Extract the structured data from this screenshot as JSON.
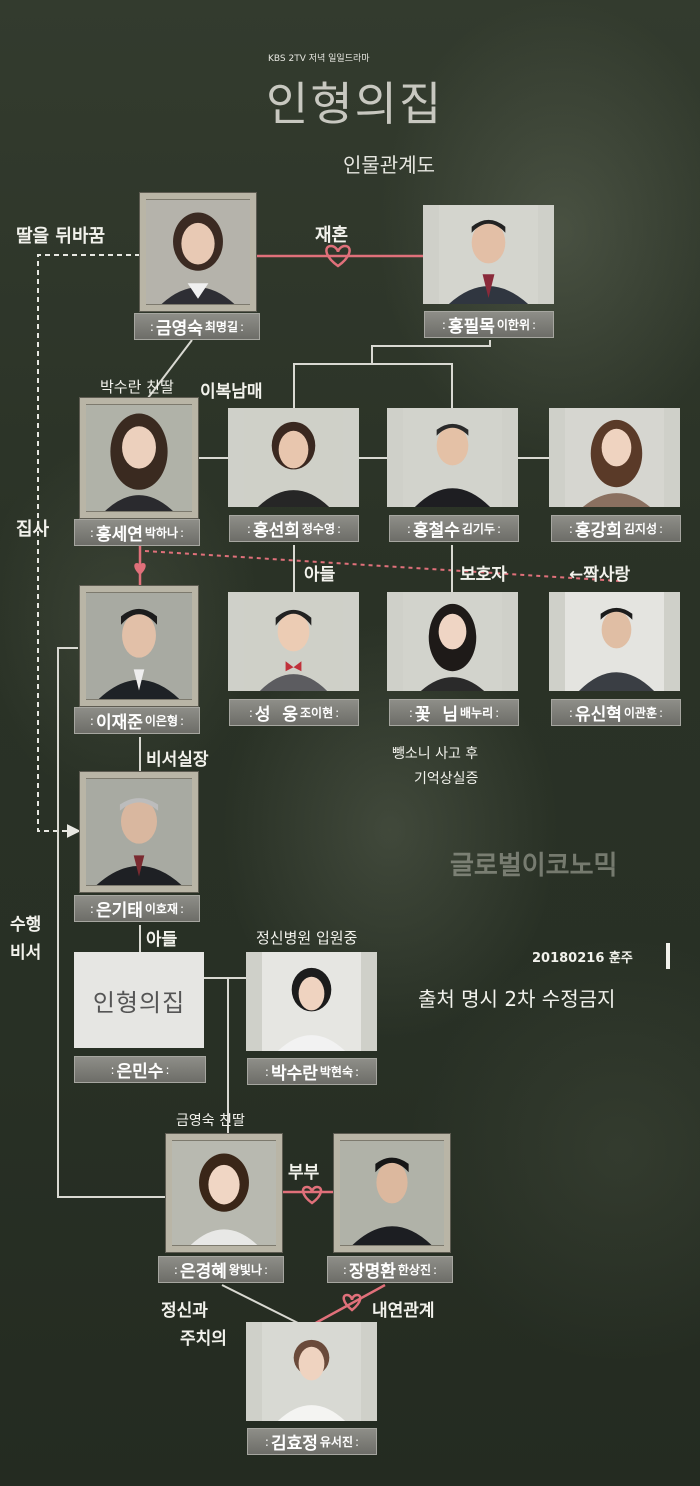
{
  "header": {
    "broadcaster": "KBS 2TV 저녁 일일드라마",
    "title": "인형의집",
    "subtitle": "인물관계도"
  },
  "colors": {
    "background": "#2b3327",
    "line": "#d9d9d2",
    "relation": "#e0707a",
    "label_bg": "#7e7e78",
    "frame": "#b9b5a6"
  },
  "characters": {
    "geum_youngsook": {
      "name": "금영숙",
      "actor": "최명길"
    },
    "hong_pilmok": {
      "name": "홍필목",
      "actor": "이한위"
    },
    "hong_seyeon": {
      "name": "홍세연",
      "actor": "박하나"
    },
    "hong_sunhee": {
      "name": "홍선희",
      "actor": "정수영"
    },
    "hong_cheolsu": {
      "name": "홍철수",
      "actor": "김기두"
    },
    "hong_kanghee": {
      "name": "홍강희",
      "actor": "김지성"
    },
    "lee_jaejun": {
      "name": "이재준",
      "actor": "이은형"
    },
    "seongung": {
      "name": "성  웅",
      "actor": "조이현"
    },
    "kkotnim": {
      "name": "꽃  님",
      "actor": "배누리"
    },
    "yu_sinhyuk": {
      "name": "유신혁",
      "actor": "이관훈"
    },
    "eun_gitae": {
      "name": "은기태",
      "actor": "이호재"
    },
    "eun_minsu": {
      "name": "은민수",
      "actor": ""
    },
    "park_suran": {
      "name": "박수란",
      "actor": "박현숙"
    },
    "eun_kyunghye": {
      "name": "은경혜",
      "actor": "왕빛나"
    },
    "jang_myunghwan": {
      "name": "장명환",
      "actor": "한상진"
    },
    "kim_hyojeong": {
      "name": "김효정",
      "actor": "유서진"
    }
  },
  "placeholder_logo": "인형의집",
  "relations": {
    "swap_daughters": "딸을 뒤바꿈",
    "remarriage": "재혼",
    "suran_daughter": "박수란 친딸",
    "half_siblings": "이복남매",
    "butler": "집사",
    "son_1": "아들",
    "guardian": "보호자",
    "crush": "←짝사랑",
    "hit_and_run": [
      "뺑소니 사고 후",
      "기억상실증"
    ],
    "chief_secretary": "비서실장",
    "escort_secretary": [
      "수행",
      "비서"
    ],
    "son_2": "아들",
    "in_hospital": "정신병원 입원중",
    "youngsook_daughter": "금영숙 친딸",
    "couple": "부부",
    "affair": "내연관계",
    "psychiatrist": [
      "정신과",
      "주치의"
    ]
  },
  "watermark": "글로벌이코노믹",
  "credit": "20180216 훈주",
  "notice": "출처 명시 2차 수정금지"
}
